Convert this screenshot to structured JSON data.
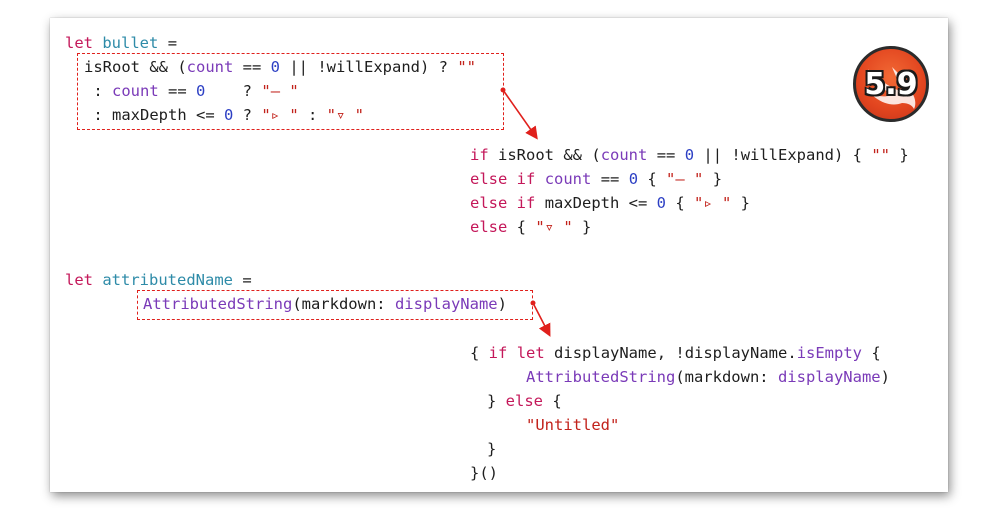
{
  "badge": {
    "version": "5.9",
    "icon": "swift-bird-icon",
    "color": "#e2451f"
  },
  "colors": {
    "keyword": "#c4185a",
    "variable": "#2e8ba8",
    "number": "#2c3fc4",
    "string": "#c2221b",
    "type": "#7a3ab8",
    "annotation": "#e0201c"
  },
  "code": {
    "kw_let": "let",
    "kw_if": "if",
    "kw_else": "else",
    "var_bullet": "bullet",
    "var_attributed": "attributedName",
    "isRoot": "isRoot",
    "count": "count",
    "zero": "0",
    "maxDepth": "maxDepth",
    "empty_str": "\"\"",
    "dash_str": "\"– \"",
    "tri_right_str": "\"▹ \"",
    "tri_down_str": "\"▿ \"",
    "untitled_str": "\"Untitled\"",
    "attributedString": "AttributedString",
    "displayName": "displayName",
    "isEmpty": "isEmpty",
    "op_eq": "=",
    "t_and_open": " && (",
    "t_eqeq": " == ",
    "t_or_willExpand": " || !willExpand) ? ",
    "t_colon": ": ",
    "t_q_pad": "    ? ",
    "t_lte": " <= ",
    "t_q": " ? ",
    "t_colon_mid": " : ",
    "t_or_willExpand_brace": " || !willExpand) { ",
    "t_close_brace": " }",
    "t_space_brace": " { ",
    "t_open_brace_trail": " {",
    "t_space": " ",
    "t_else_if_sep": " ",
    "t_markdown": "(markdown: ",
    "t_paren_close": ")",
    "t_open_block": "{ ",
    "t_comma_not": ", !",
    "t_dot": ".",
    "t_close_else": "} ",
    "t_brace_close": "}",
    "t_brace_call": "}()"
  }
}
